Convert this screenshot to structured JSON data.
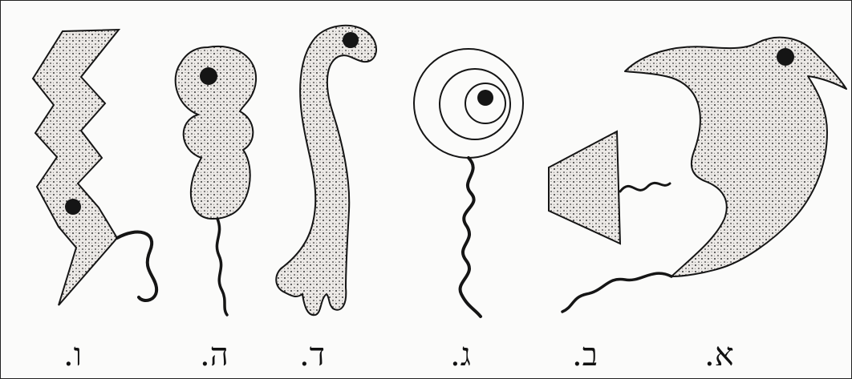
{
  "figure": {
    "labels": [
      "א.",
      "ב.",
      "ג.",
      "ד.",
      "ה.",
      "ו."
    ]
  },
  "colors": {
    "ink": "#151515",
    "shape_fill": "#ece9e6",
    "dot_pattern": "#2a2a2a",
    "background": "#fbfbfa",
    "border": "#222222"
  },
  "shapes": [
    "bird-shape",
    "trapezoid-shape",
    "spiral-shape",
    "hooked-worm-shape",
    "stacked-blob-shape",
    "zigzag-shape"
  ]
}
